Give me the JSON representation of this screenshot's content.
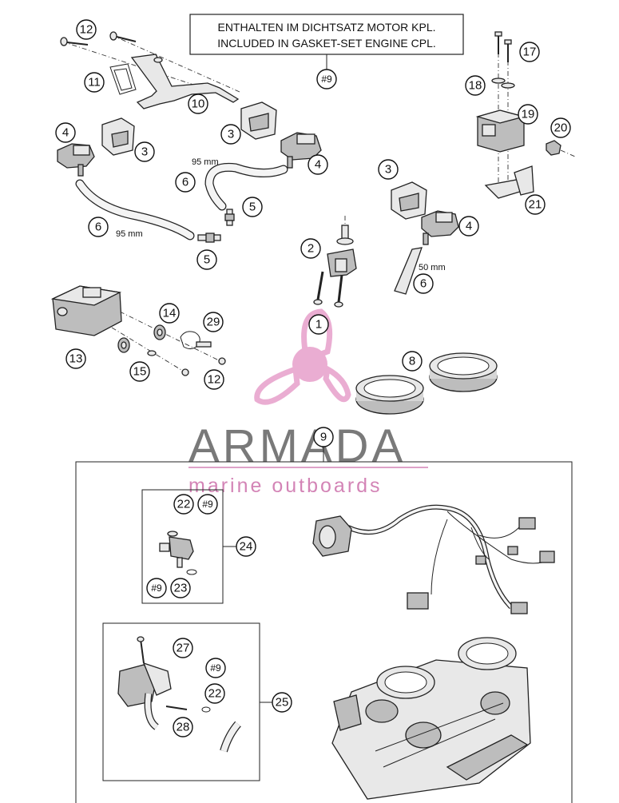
{
  "notice": {
    "line1": "ENTHALTEN IM DICHTSATZ MOTOR KPL.",
    "line2": "INCLUDED IN GASKET-SET ENGINE CPL."
  },
  "watermark": {
    "brand": "ARMADA",
    "tagline": "marine outboards",
    "colors": {
      "brand_gray": "#6e6e6e",
      "accent_pink": "#d07ab0",
      "propeller_pink": "#e9a7cf"
    }
  },
  "dimensions": {
    "hose_95_a": "95 mm",
    "hose_95_b": "95 mm",
    "hose_50": "50 mm"
  },
  "callouts": {
    "c12a": "12",
    "c11": "11",
    "c10": "10",
    "c9_notice": "#9",
    "c4a": "4",
    "c3a": "3",
    "c3b": "3",
    "c4b": "4",
    "c6a": "6",
    "c5a": "5",
    "c6b": "6",
    "c5b": "5",
    "c2": "2",
    "c3c": "3",
    "c4c": "4",
    "c6c": "6",
    "c18": "18",
    "c17": "17",
    "c19": "19",
    "c20": "20",
    "c21": "21",
    "c13": "13",
    "c14": "14",
    "c29": "29",
    "c15": "15",
    "c12b": "12",
    "c1": "1",
    "c8": "8",
    "c9_main": "9",
    "c22a": "22",
    "c9_inj_top": "#9",
    "c24": "24",
    "c9_inj_bot": "#9",
    "c23": "23",
    "c27": "27",
    "c9_valve": "#9",
    "c22b": "22",
    "c25": "25",
    "c28": "28"
  }
}
